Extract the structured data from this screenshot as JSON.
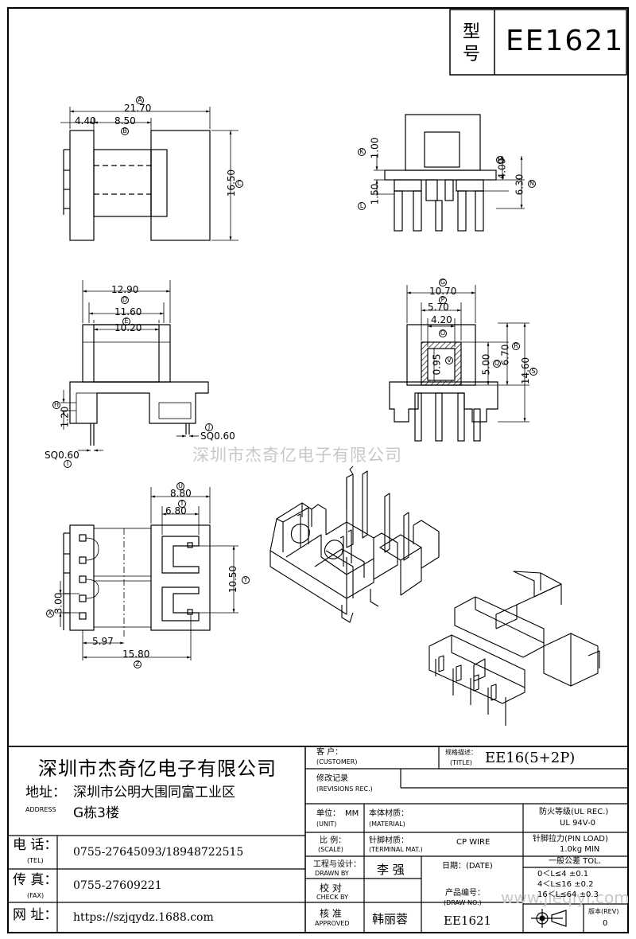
{
  "header": {
    "model_label": "型号",
    "model_label_top": "型",
    "model_label_bottom": "号",
    "model_value": "EE1621"
  },
  "drawing": {
    "front_view": {
      "dims": {
        "total_width": "21.70",
        "left_offset": "4.40",
        "inner_width": "8.50",
        "height": "16.50"
      },
      "markers": {
        "total_width": "A",
        "inner_width": "B",
        "height": "C"
      }
    },
    "side_view_top_right": {
      "dims": {
        "d1": "1.00",
        "d2": "1.50",
        "d3": "4.00",
        "d4": "6.30"
      },
      "markers": {
        "d1": "K",
        "d2": "L",
        "d3": "M",
        "d4": "N"
      }
    },
    "mid_left_view": {
      "dims": {
        "w1": "12.90",
        "w2": "11.60",
        "w3": "10.20",
        "pin_left": "SQ0.60",
        "pin_right": "SQ0.60",
        "h1": "1.20"
      },
      "markers": {
        "w1": "D",
        "w2": "E",
        "w3": "F",
        "pin_left": "I",
        "pin_right": "J",
        "h1": "H"
      }
    },
    "mid_right_view": {
      "dims": {
        "w1": "10.70",
        "w2": "5.70",
        "w3": "4.20",
        "h_small": "0.95",
        "h1": "5.00",
        "h2": "6.70",
        "h3": "14.60"
      },
      "markers": {
        "w1": "G",
        "w2": "P",
        "w3": "O",
        "h_small": "V",
        "h1": "Q",
        "h2": "R",
        "h3": "S"
      }
    },
    "bottom_view": {
      "dims": {
        "w1": "8.80",
        "w2": "6.80",
        "h1": "10.50",
        "pitch": "3.00",
        "x1": "5.97",
        "x2": "15.80"
      },
      "markers": {
        "w1": "U",
        "w2": "T",
        "h1": "Y",
        "pitch": "X",
        "x2": "Z"
      }
    }
  },
  "watermark": "深圳市杰奇亿电子有限公司",
  "watermark_corner": "www.jieqiyi.com",
  "title_block": {
    "company_name": "深圳市杰奇亿电子有限公司",
    "address_label": "地址：",
    "address_label_en": "ADDRESS",
    "address_line1": "深圳市公明大围同富工业区",
    "address_line2": "G栋3楼",
    "tel_label": "电 话：",
    "tel_label_en": "(TEL)",
    "tel_value": "0755-27645093/18948722515",
    "fax_label": "传 真：",
    "fax_label_en": "(FAX)",
    "fax_value": "0755-27609221",
    "web_label": "网 址：",
    "web_value": "https://szjqydz.1688.com",
    "customer_label": "客  户：",
    "customer_label_en": "(CUSTOMER)",
    "title_label": "规格描述：",
    "title_label_en": "(TITLE)",
    "title_value": "EE16(5+2P)",
    "revisions_label": "修改记录",
    "revisions_label_en": "(REVISIONS REC.)",
    "unit_label": "单位：",
    "unit_value": "MM",
    "unit_label_en": "(UNIT)",
    "material_label": "本体材质：",
    "material_label_en": "(MATERIAL)",
    "fire_label": "防火等级(UL REC.)",
    "fire_value": "UL 94V-0",
    "scale_label": "比  例：",
    "scale_label_en": "(SCALE)",
    "terminal_label": "针脚材质：",
    "terminal_label_en": "(TERMINAL MAT.)",
    "terminal_value": "CP WIRE",
    "pin_load_label": "针脚拉力(PIN LOAD)",
    "pin_load_value": "1.0kg MIN",
    "drawn_label": "工程与设计：",
    "drawn_label_en": "DRAWN BY",
    "drawn_value": "李 强",
    "date_label": "日期：(DATE)",
    "tol_label": "一般公差 TOL.",
    "tol_rows": [
      "0＜L≤4  ±0.1",
      "4＜L≤16  ±0.2",
      "16＜L≤64  ±0.3"
    ],
    "check_label": "校  对",
    "check_label_en": "CHECK BY",
    "approved_label": "核  准",
    "approved_label_en": "APPROVED",
    "approved_value": "韩丽蓉",
    "draw_no_label": "产品编号：",
    "draw_no_label_en": "(DRAW NO.)",
    "draw_no_value": "EE1621",
    "rev_label": "版本(REV)",
    "rev_value": "0"
  }
}
